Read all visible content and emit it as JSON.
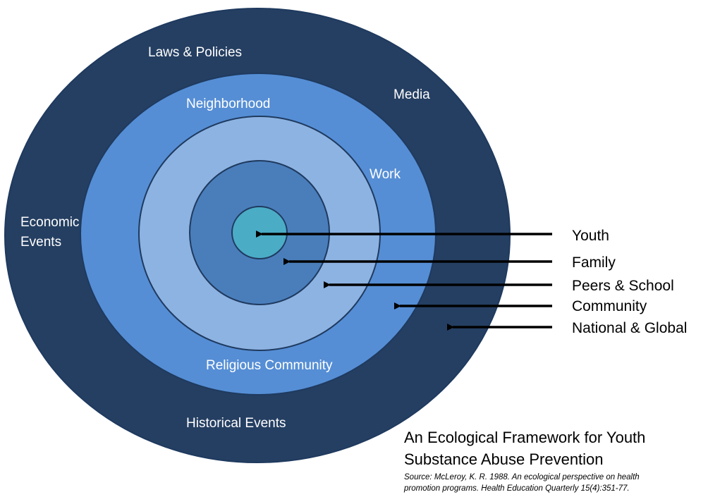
{
  "colors": {
    "outer_ring": "#253f62",
    "community_ring": "#558ed5",
    "peers_ring": "#8db3e2",
    "family_ring": "#4a7ebb",
    "youth_core": "#4bacc6",
    "ring_border": "#1f3a5f",
    "arrow": "#000000"
  },
  "rings": {
    "outer": {
      "labels": [
        "Laws & Policies",
        "Media",
        "Economic",
        "Events",
        "Historical Events"
      ]
    },
    "community": {
      "labels": [
        "Neighborhood",
        "Work",
        "Religious Community"
      ]
    }
  },
  "levels": [
    {
      "label": "Youth",
      "arrow_icon": "left-arrow-icon"
    },
    {
      "label": "Family",
      "arrow_icon": "left-arrow-icon"
    },
    {
      "label": "Peers & School",
      "arrow_icon": "left-arrow-icon"
    },
    {
      "label": "Community",
      "arrow_icon": "left-arrow-icon"
    },
    {
      "label": "National & Global",
      "arrow_icon": "left-arrow-icon"
    }
  ],
  "title_lines": [
    "An Ecological Framework for Youth",
    "Substance Abuse Prevention"
  ],
  "source_lines": [
    "Source: McLeroy, K. R. 1988.  An ecological perspective on health",
    "promotion programs. Health Education Quarterly 15(4):351-77."
  ]
}
